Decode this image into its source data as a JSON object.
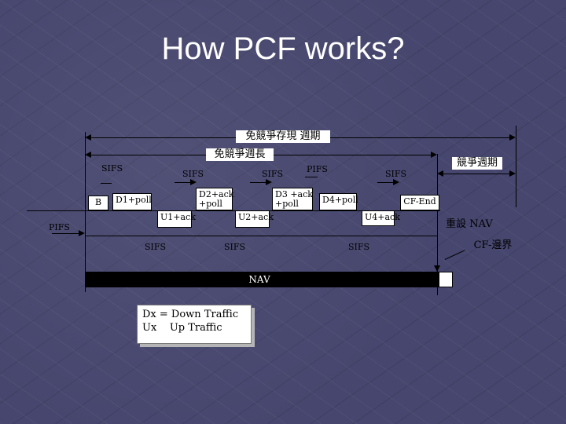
{
  "slide": {
    "title": "How PCF works?"
  },
  "diagram": {
    "labels": {
      "cfp_repetition": "免競爭存現 週期",
      "cfp_length": "免競爭週長",
      "cp": "競爭週期",
      "nav_reset": "重設 NAV",
      "cf_boundary": "CF-邊界",
      "nav_bar": "NAV"
    },
    "ifs": {
      "pifs_left": "PIFS",
      "sifs_1": "SIFS",
      "sifs_2": "SIFS",
      "sifs_3": "SIFS",
      "pifs_top": "PIFS",
      "sifs_4": "SIFS",
      "sifs_b1": "SIFS",
      "sifs_b2": "SIFS",
      "sifs_b3": "SIFS"
    },
    "frames": {
      "beacon": "B",
      "d1": "D1+poll",
      "d2_l1": "D2+ack",
      "d2_l2": "+poll",
      "d3_l1": "D3 +ack",
      "d3_l2": "+poll",
      "d4": "D4+poll",
      "cf_end": "CF-End",
      "u1": "U1+ack",
      "u2": "U2+ack",
      "u4": "U4+ack"
    }
  },
  "legend": {
    "row1_key": "Dx",
    "row1_val": "= Down Traffic",
    "row2_key": "Ux",
    "row2_val": "Up Traffic"
  }
}
